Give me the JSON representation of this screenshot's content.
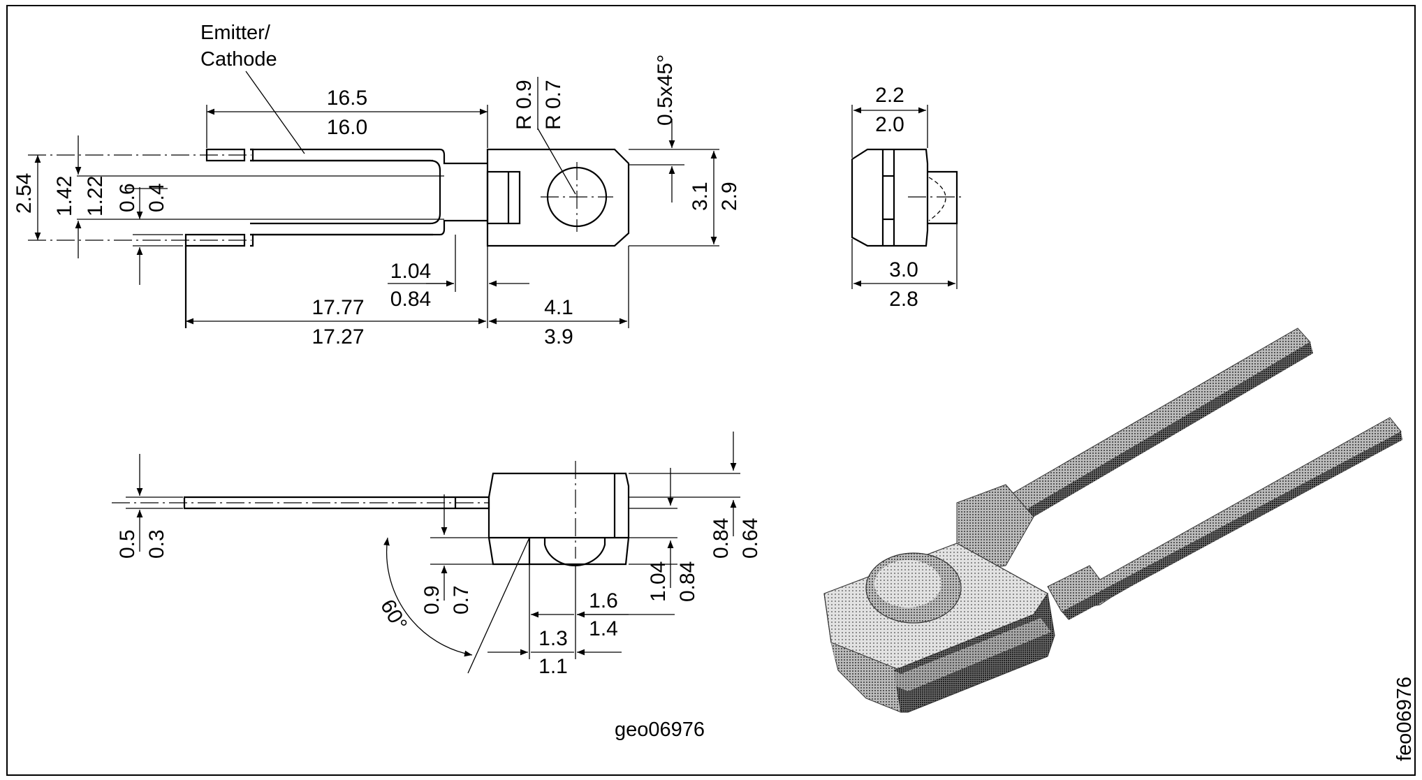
{
  "labels": {
    "emitter_line1": "Emitter/",
    "emitter_line2": "Cathode",
    "drawing_id": "geo06976",
    "photo_id": "feo06976"
  },
  "dimensions": {
    "lead_length_max": "16.5",
    "lead_length_min": "16.0",
    "radius_max": "R 0.9",
    "radius_min": "R 0.7",
    "chamfer": "0.5x45°",
    "body_width_max": "2.2",
    "body_width_min": "2.0",
    "pitch": "2.54",
    "lead_width_max": "1.42",
    "lead_width_min": "1.22",
    "lead_thick_max": "0.6",
    "lead_thick_min": "0.4",
    "body_height_max": "3.1",
    "body_height_min": "2.9",
    "stub_max": "1.04",
    "stub_min": "0.84",
    "total_length_max": "17.77",
    "total_length_min": "17.27",
    "body_length_max": "4.1",
    "body_length_min": "3.9",
    "side_width_max": "3.0",
    "side_width_min": "2.8",
    "pin_thick_max": "0.5",
    "pin_thick_min": "0.3",
    "angle": "60°",
    "lens_height_max": "0.9",
    "lens_height_min": "0.7",
    "lens_pos_max": "1.6",
    "lens_pos_min": "1.4",
    "lens_dia_max": "1.3",
    "lens_dia_min": "1.1",
    "body_thick_max": "1.04",
    "body_thick_min": "0.84",
    "top_thick_max": "0.84",
    "top_thick_min": "0.64"
  },
  "colors": {
    "line": "#000000",
    "background": "#ffffff",
    "shading": "#8a8a8a"
  }
}
